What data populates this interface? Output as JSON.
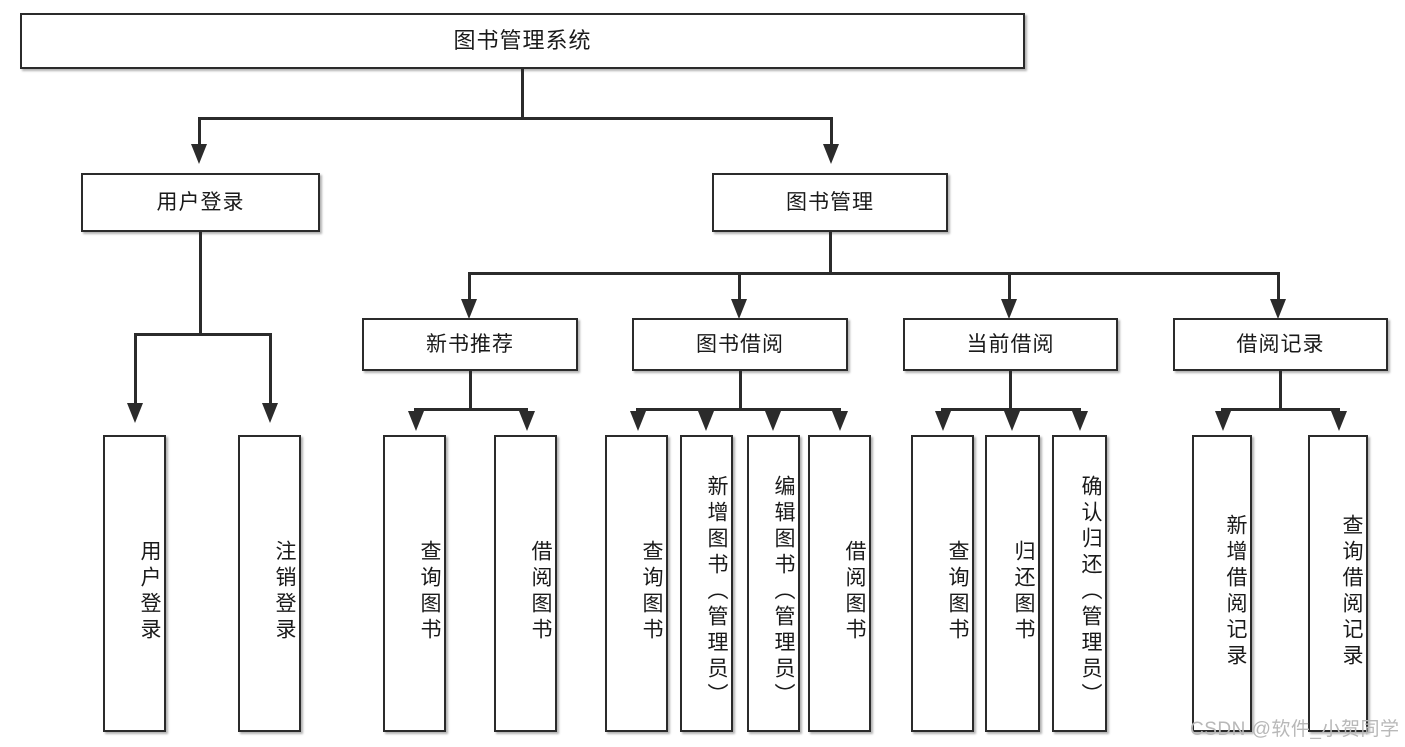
{
  "diagram": {
    "title": "图书管理系统",
    "type": "tree-hierarchy-diagram",
    "colors": {
      "box_border": "#2b2b2b",
      "box_fill": "#ffffff",
      "line": "#2b2b2b",
      "text": "#1a1a1a",
      "watermark": "#b8b8b8",
      "background": "#ffffff"
    }
  },
  "root": {
    "label": "图书管理系统"
  },
  "level2": [
    {
      "label": "用户登录"
    },
    {
      "label": "图书管理"
    }
  ],
  "level3": [
    {
      "label": "新书推荐"
    },
    {
      "label": "图书借阅"
    },
    {
      "label": "当前借阅"
    },
    {
      "label": "借阅记录"
    }
  ],
  "leaves": {
    "user_login": [
      {
        "label": "用户登录"
      },
      {
        "label": "注销登录"
      }
    ],
    "new_book_recommend": [
      {
        "label": "查询图书"
      },
      {
        "label": "借阅图书"
      }
    ],
    "book_borrow": [
      {
        "label": "查询图书"
      },
      {
        "label": "新增图书（管理员）"
      },
      {
        "label": "编辑图书（管理员）"
      },
      {
        "label": "借阅图书"
      }
    ],
    "current_borrow": [
      {
        "label": "查询图书"
      },
      {
        "label": "归还图书"
      },
      {
        "label": "确认归还（管理员）"
      }
    ],
    "borrow_record": [
      {
        "label": "新增借阅记录"
      },
      {
        "label": "查询借阅记录"
      }
    ]
  },
  "watermark": {
    "text": "CSDN @软件_小贺同学"
  }
}
